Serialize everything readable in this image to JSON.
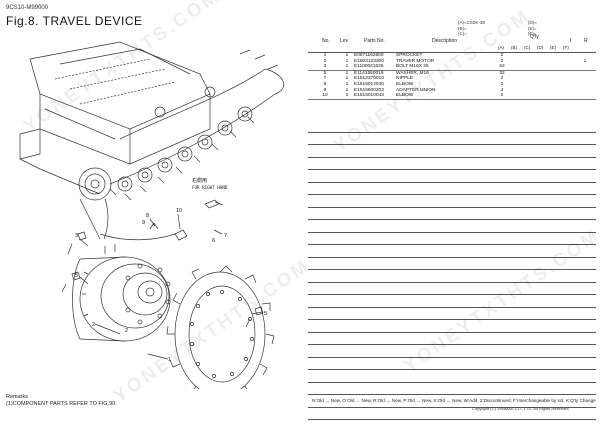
{
  "doc_code": "9CS10-M99000",
  "title": "Fig.8.  TRAVEL DEVICE",
  "remarks": {
    "label": "Remarks",
    "line1": "(1)COMPONENT PARTS REFER TO FIG.90."
  },
  "drawing": {
    "callout_for_right_hand": "右側用\nFOR RIGHT HAND",
    "callouts": [
      "1",
      "2",
      "3",
      "5",
      "6",
      "7",
      "8",
      "9",
      "10",
      "2",
      "5"
    ]
  },
  "model_info": {
    "a": "(A)=CS0K-38",
    "b": "(B)=",
    "c": "(C)=",
    "d": "(D)=",
    "e": "(E)=",
    "f": "(F)="
  },
  "table": {
    "headers": {
      "no": "No.",
      "lev": "Lev.",
      "part_no": "Parts No.",
      "description": "Description",
      "qty": "Q'ty",
      "i": "I",
      "r": "R"
    },
    "qty_columns": [
      "(A)",
      "(B)",
      "(C)",
      "(D)",
      "(E)",
      "(F)"
    ],
    "rows": [
      {
        "no": "1",
        "lev": "1",
        "part_no": "E0871162800",
        "desc": "SPROCKET",
        "qty_a": "2",
        "r": ""
      },
      {
        "no": "2",
        "lev": "1",
        "part_no": "E1903123300",
        "desc": "TRAVER MOTOR",
        "qty_a": "2",
        "r": "1"
      },
      {
        "no": "3",
        "lev": "1",
        "part_no": "E1100041635",
        "desc": "BOLT M16X 35",
        "qty_a": "62",
        "r": ""
      },
      {
        "no": "5",
        "lev": "1",
        "part_no": "E1141550016",
        "desc": "WASHER, M16",
        "qty_a": "32",
        "r": ""
      },
      {
        "no": "7",
        "lev": "1",
        "part_no": "E1512370010",
        "desc": "NIPPLE",
        "qty_a": "2",
        "r": ""
      },
      {
        "no": "8",
        "lev": "1",
        "part_no": "E1515012040",
        "desc": "ELBOW",
        "qty_a": "2",
        "r": ""
      },
      {
        "no": "9",
        "lev": "1",
        "part_no": "E1515600203",
        "desc": "ADAPTER UNION",
        "qty_a": "4",
        "r": ""
      },
      {
        "no": "10",
        "lev": "1",
        "part_no": "E1515010043",
        "desc": "ELBOW",
        "qty_a": "2",
        "r": ""
      }
    ]
  },
  "legend": {
    "text": "N:Old → New, O:Old → New, R:Old → New, P:Old → New, S:Old → New, W:Add, Z:Discontinued, F:Interchangeable by sol, K:Q'ty Change"
  },
  "copyright": "Copyright (C)  YANMAR CO., LTD. All Rights Reserved.",
  "watermark": "YONEYTXTHTS.COM"
}
